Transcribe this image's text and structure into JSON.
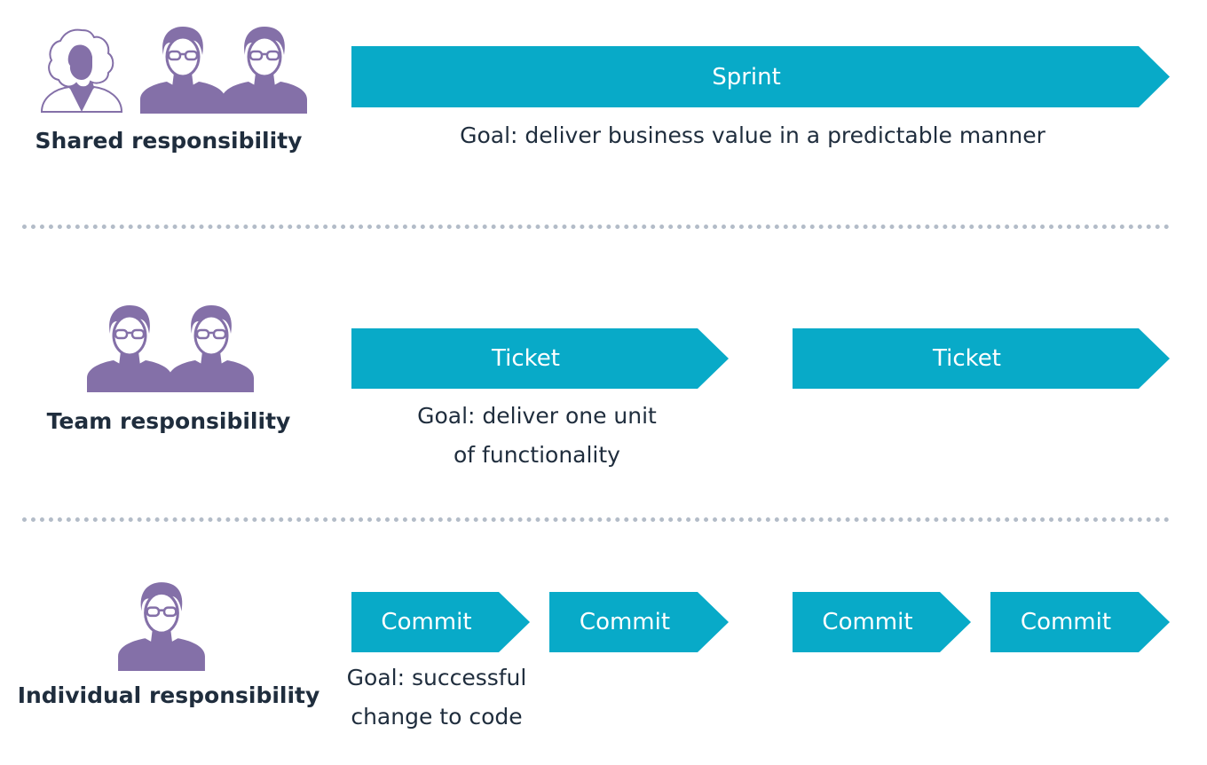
{
  "rows": {
    "shared": {
      "label": "Shared responsibility",
      "sprint_label": "Sprint",
      "goal": "Goal: deliver business value in a predictable manner"
    },
    "team": {
      "label": "Team responsibility",
      "ticket_labels": [
        "Ticket",
        "Ticket"
      ],
      "goal_line1": "Goal: deliver one unit",
      "goal_line2": "of functionality"
    },
    "individual": {
      "label": "Individual responsibility",
      "commit_labels": [
        "Commit",
        "Commit",
        "Commit",
        "Commit"
      ],
      "goal_line1": "Goal: successful",
      "goal_line2": "change to code"
    }
  },
  "icons": [
    "person-curly-outline-icon",
    "person-glasses-icon"
  ],
  "colors": {
    "arrow": "#08aac8",
    "person": "#8470a8",
    "divider": "#b3bcc8",
    "text": "#1f2d3d"
  }
}
